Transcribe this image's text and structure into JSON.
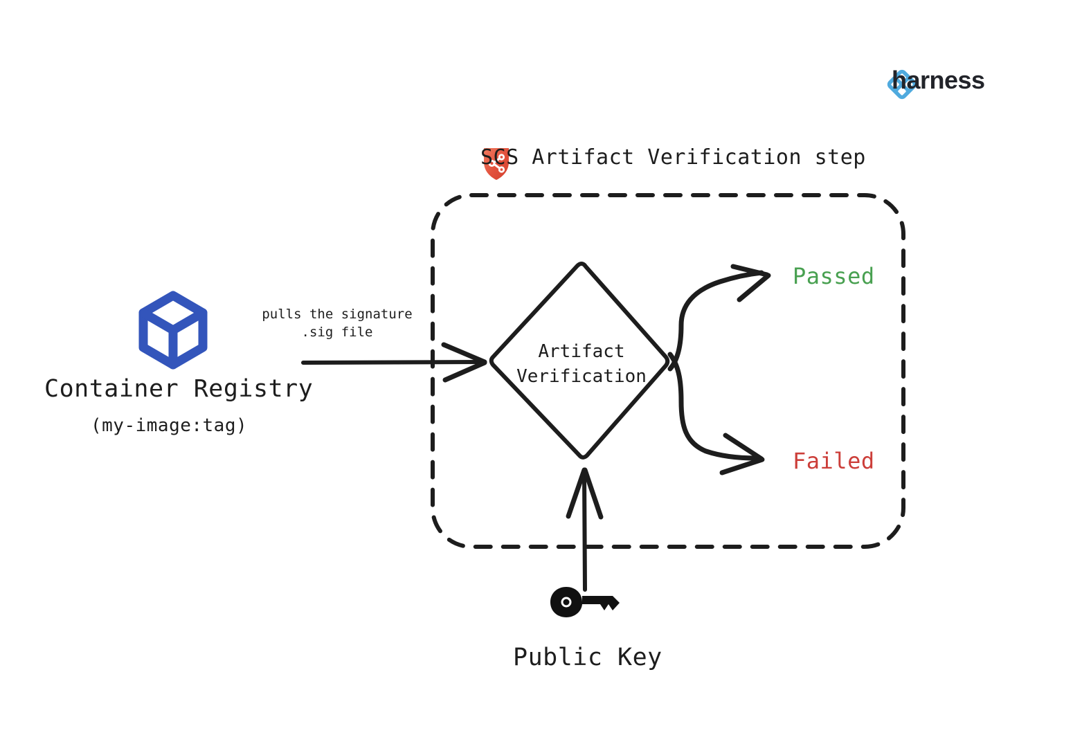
{
  "brand": {
    "name": "harness",
    "icon": "harness-diamond-logo-icon",
    "icon_color": "#4FAADE"
  },
  "step": {
    "icon": "scs-shield-icon",
    "icon_color": "#E2503C",
    "title": "SCS Artifact Verification step"
  },
  "nodes": {
    "registry": {
      "icon": "container-cube-icon",
      "icon_color": "#3355BB",
      "label": "Container Registry",
      "sublabel": "(my-image:tag)"
    },
    "decision": {
      "line1": "Artifact",
      "line2": "Verification"
    },
    "public_key": {
      "icon": "key-icon",
      "icon_color": "#111111",
      "label": "Public Key"
    }
  },
  "edges": {
    "pull_signature": {
      "line1": "pulls the signature",
      "line2": ".sig file"
    }
  },
  "outcomes": {
    "passed": {
      "label": "Passed",
      "color": "#48A050"
    },
    "failed": {
      "label": "Failed",
      "color": "#CC3E39"
    }
  },
  "colors": {
    "stroke": "#1d1d1d",
    "background": "#ffffff"
  }
}
